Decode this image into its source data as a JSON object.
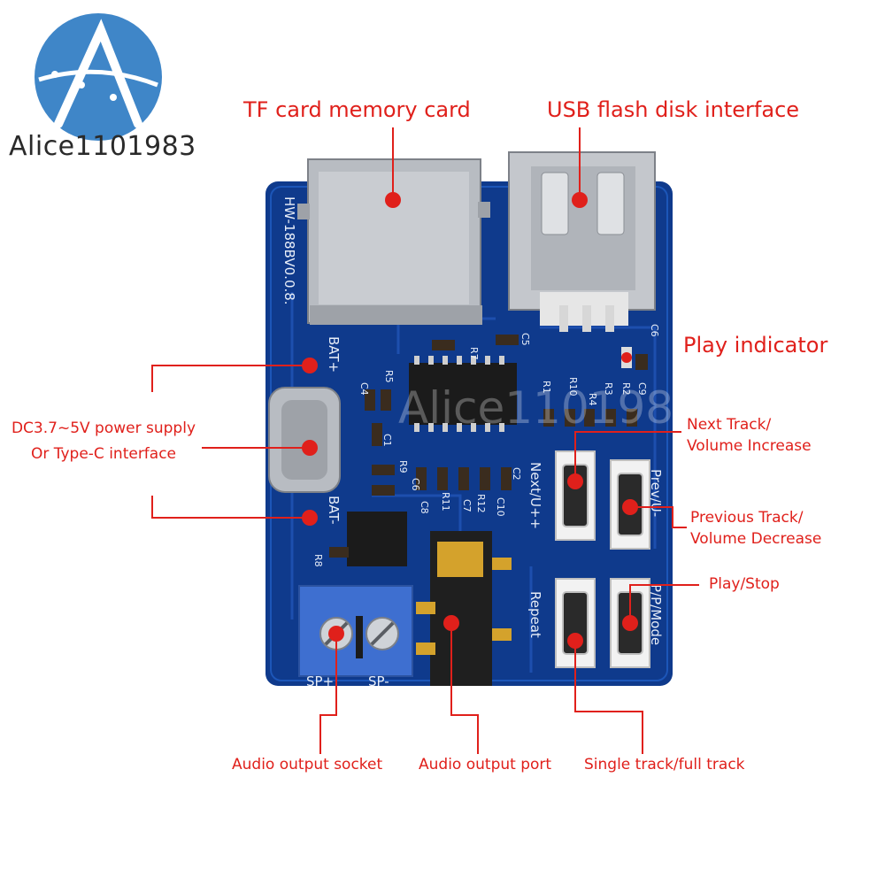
{
  "brand": {
    "logo_text": "Alice1101983",
    "accent_color": "#3f86c8",
    "watermark_text": "Alice1101983"
  },
  "board": {
    "pcb_color": "#0f3a8c",
    "model_text": "HW-188BV0.0.8.",
    "silkscreen": {
      "bat_plus": "BAT+",
      "bat_minus": "BAT-",
      "next": "Next/U++",
      "prev": "Prev/U-",
      "repeat": "Repeat",
      "mode": "P/P/Mode",
      "sp_plus": "SP+",
      "sp_minus": "SP-",
      "c4": "C4",
      "c5": "C5",
      "r5": "R5",
      "c1": "C1",
      "r9": "R9",
      "c6": "C6",
      "c8": "C8",
      "r11": "R11",
      "c7": "C7",
      "r12": "R12",
      "c10": "C10",
      "c2": "C2",
      "r8": "R8",
      "r7": "R7",
      "r1": "R1",
      "r10": "R10",
      "r4": "R4",
      "r3": "R3",
      "r2": "R2",
      "c9": "C9",
      "c3": "C6"
    }
  },
  "annotations": {
    "tf_card": "TF card memory card",
    "usb": "USB flash disk interface",
    "play_indicator": "Play indicator",
    "power_line1": "DC3.7~5V power supply",
    "power_line2": "Or Type-C interface",
    "next_line1": "Next Track/",
    "next_line2": "Volume Increase",
    "prev_line1": "Previous Track/",
    "prev_line2": "Volume Decrease",
    "play_stop": "Play/Stop",
    "audio_socket": "Audio output socket",
    "audio_port": "Audio output port",
    "single_full": "Single track/full track"
  },
  "colors": {
    "label_red": "#e0201b",
    "connector_blue": "#3e6fd0",
    "metal": "#b8bcc2"
  }
}
